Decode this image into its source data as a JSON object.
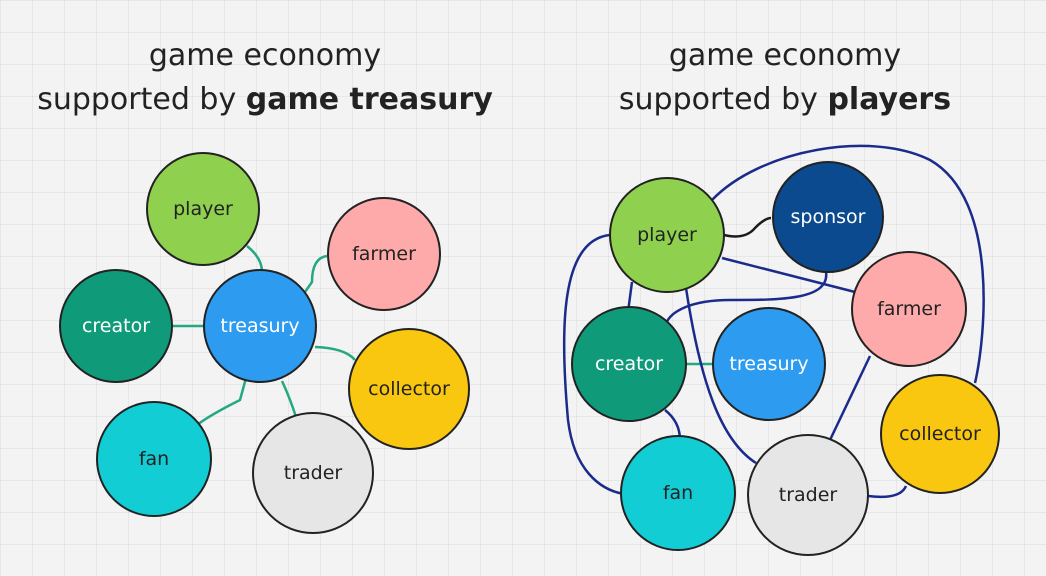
{
  "left_panel": {
    "title_line1": "game economy",
    "title_line2_prefix": "supported by ",
    "title_line2_bold": "game treasury",
    "nodes": {
      "player": "player",
      "farmer": "farmer",
      "creator": "creator",
      "treasury": "treasury",
      "collector": "collector",
      "fan": "fan",
      "trader": "trader"
    }
  },
  "right_panel": {
    "title_line1": "game economy",
    "title_line2_prefix": "supported by ",
    "title_line2_bold": "players",
    "nodes": {
      "player": "player",
      "sponsor": "sponsor",
      "farmer": "farmer",
      "creator": "creator",
      "treasury": "treasury",
      "collector": "collector",
      "fan": "fan",
      "trader": "trader"
    }
  },
  "colors": {
    "player": "#8fd14f",
    "farmer": "#ffaaaa",
    "creator": "#0f9b7a",
    "treasury": "#2d9bf0",
    "collector": "#fac710",
    "fan": "#13cdd4",
    "trader": "#e6e6e6",
    "sponsor": "#0b4a8e",
    "connector_teal": "#23a882",
    "connector_navy": "#1a2b8c",
    "connector_black": "#1a1a1a"
  }
}
